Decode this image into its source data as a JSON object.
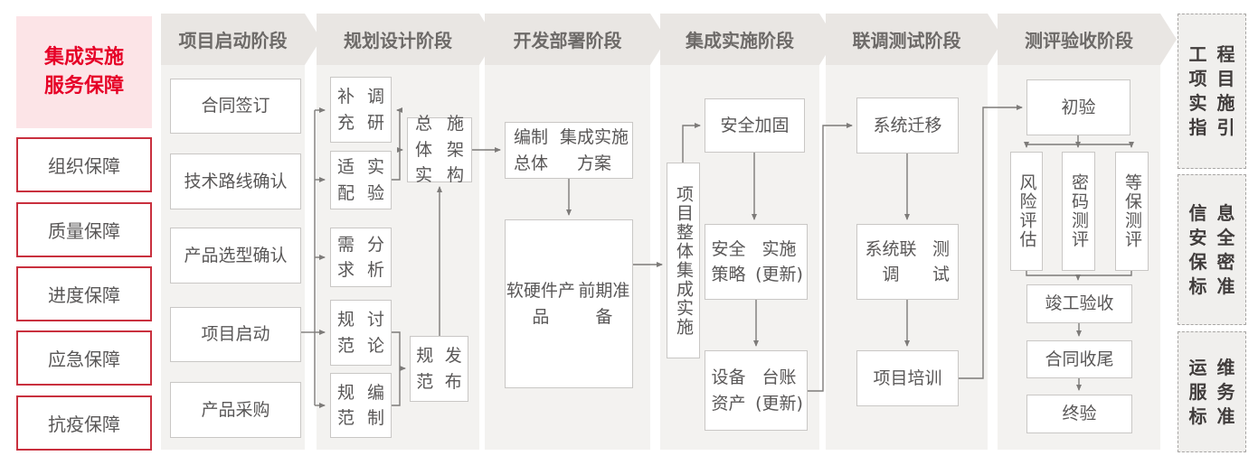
{
  "sidebar": {
    "title": {
      "label": "集成实施服务保障",
      "lines": [
        "集成实施",
        "服务保障"
      ]
    },
    "items": [
      "组织保障",
      "质量保障",
      "进度保障",
      "应急保障",
      "抗疫保障"
    ]
  },
  "phases": [
    "项目启动阶段",
    "规划设计阶段",
    "开发部署阶段",
    "集成实施阶段",
    "联调测试阶段",
    "测评验收阶段"
  ],
  "nodes": {
    "contract_sign": "合同签订",
    "tech_route": "技术路线确认",
    "product_select": "产品选型确认",
    "project_kickoff": "项目启动",
    "procurement": "产品采购",
    "supplement_research": {
      "label": "补充调研",
      "lines": [
        "补充",
        "调研"
      ]
    },
    "adaptation_test": {
      "label": "适配实验",
      "lines": [
        "适配",
        "实验"
      ]
    },
    "requirement_analysis": {
      "label": "需求分析",
      "lines": [
        "需求",
        "分析"
      ]
    },
    "spec_discussion": {
      "label": "规范讨论",
      "lines": [
        "规范",
        "讨论"
      ]
    },
    "spec_drafting": {
      "label": "规范编制",
      "lines": [
        "规范",
        "编制"
      ]
    },
    "overall_architecture": {
      "label": "总体实施架构",
      "lines": [
        "总体实",
        "施架构"
      ]
    },
    "spec_release": {
      "label": "规范发布",
      "lines": [
        "规范",
        "发布"
      ]
    },
    "integration_plan": {
      "label": "编制总体集成实施方案",
      "lines": [
        "编制总体",
        "集成实施方案"
      ]
    },
    "product_preparation": {
      "label": "软硬件产品前期准备",
      "lines": [
        "软硬件产品",
        "前期准备"
      ]
    },
    "overall_integration": "项目整体集成实施",
    "security_hardening": "安全加固",
    "security_policy": {
      "label": "安全策略实施(更新)",
      "lines": [
        "安全策略",
        "实施(更新)"
      ]
    },
    "asset_ledger": {
      "label": "设备资产台账(更新)",
      "lines": [
        "设备资产",
        "台账(更新)"
      ]
    },
    "system_migration": "系统迁移",
    "joint_testing": {
      "label": "系统联调测试",
      "lines": [
        "系统联调",
        "测试"
      ]
    },
    "project_training": "项目培训",
    "initial_acceptance": "初验",
    "risk_assessment": "风险评估",
    "crypto_evaluation": "密码测评",
    "mlps_evaluation": "等保测评",
    "completion_acceptance": "竣工验收",
    "contract_closure": "合同收尾",
    "final_acceptance": "终验"
  },
  "standards": [
    {
      "label": "工程项目实施指引",
      "lines": [
        "工程",
        "项目",
        "实施",
        "指引"
      ]
    },
    {
      "label": "信息安全保密标准",
      "lines": [
        "信息",
        "安全",
        "保密",
        "标准"
      ]
    },
    {
      "label": "运维服务标准",
      "lines": [
        "运维",
        "服务",
        "标准"
      ]
    }
  ],
  "colors": {
    "accent_red": "#e60027",
    "red_border": "#c9303e",
    "pink_bg": "#fce4e7",
    "panel_bg": "#f3f2f0",
    "header_bg": "#e9e6e3",
    "box_text": "#595757",
    "connector": "#7d7b79"
  }
}
